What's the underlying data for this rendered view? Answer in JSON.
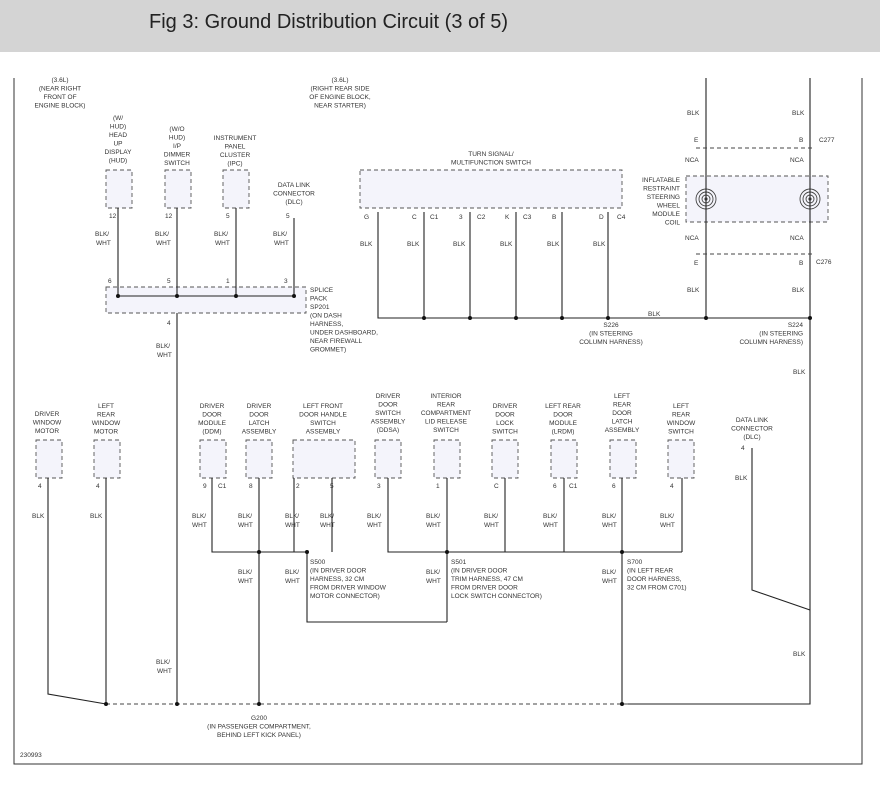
{
  "title": "Fig 3: Ground Distribution Circuit (3 of 5)",
  "figure_number": "230993",
  "labels": {
    "engine_front": [
      "(3.6L)",
      "(NEAR RIGHT",
      "FRONT OF",
      "ENGINE BLOCK)"
    ],
    "engine_rear": [
      "(3.6L)",
      "(RIGHT REAR SIDE",
      "OF ENGINE BLOCK,",
      "NEAR STARTER)"
    ],
    "hud": [
      "(W/",
      "HUD)",
      "HEAD",
      "UP",
      "DISPLAY",
      "(HUD)"
    ],
    "dimmer": [
      "(W/O",
      "HUD)",
      "I/P",
      "DIMMER",
      "SWITCH"
    ],
    "ipc": [
      "INSTRUMENT",
      "PANEL",
      "CLUSTER",
      "(IPC)"
    ],
    "dlc_top": [
      "DATA LINK",
      "CONNECTOR",
      "(DLC)"
    ],
    "turn_signal": [
      "TURN SIGNAL/",
      "MULTIFUNCTION SWITCH"
    ],
    "clockspring": [
      "INFLATABLE",
      "RESTRAINT",
      "STEERING",
      "WHEEL",
      "MODULE",
      "COIL"
    ],
    "splice_sp201": [
      "SPLICE",
      "PACK",
      "SP201",
      "(ON DASH",
      "HARNESS,",
      "UNDER DASHBOARD,",
      "NEAR FIREWALL",
      "GROMMET)"
    ],
    "s226": [
      "S226",
      "(IN STEERING",
      "COLUMN HARNESS)"
    ],
    "s224": [
      "S224",
      "(IN STEERING",
      "COLUMN HARNESS)"
    ],
    "driver_window_motor": [
      "DRIVER",
      "WINDOW",
      "MOTOR"
    ],
    "left_rear_window_motor": [
      "LEFT",
      "REAR",
      "WINDOW",
      "MOTOR"
    ],
    "ddm": [
      "DRIVER",
      "DOOR",
      "MODULE",
      "(DDM)"
    ],
    "driver_latch": [
      "DRIVER",
      "DOOR",
      "LATCH",
      "ASSEMBLY"
    ],
    "lf_handle": [
      "LEFT FRONT",
      "DOOR HANDLE",
      "SWITCH",
      "ASSEMBLY"
    ],
    "ddsa": [
      "DRIVER",
      "DOOR",
      "SWITCH",
      "ASSEMBLY",
      "(DDSA)"
    ],
    "lid_release": [
      "INTERIOR",
      "REAR",
      "COMPARTMENT",
      "LID RELEASE",
      "SWITCH"
    ],
    "driver_lock": [
      "DRIVER",
      "DOOR",
      "LOCK",
      "SWITCH"
    ],
    "lrdm": [
      "LEFT REAR",
      "DOOR",
      "MODULE",
      "(LRDM)"
    ],
    "lr_latch": [
      "LEFT",
      "REAR",
      "DOOR",
      "LATCH",
      "ASSEMBLY"
    ],
    "lr_window_switch": [
      "LEFT",
      "REAR",
      "WINDOW",
      "SWITCH"
    ],
    "dlc_right": [
      "DATA LINK",
      "CONNECTOR",
      "(DLC)"
    ],
    "s500": [
      "S500",
      "(IN DRIVER DOOR",
      "HARNESS, 32 CM",
      "FROM DRIVER WINDOW",
      "MOTOR CONNECTOR)"
    ],
    "s501": [
      "S501",
      "(IN DRIVER DOOR",
      "TRIM HARNESS, 47 CM",
      "FROM DRIVER DOOR",
      "LOCK SWITCH CONNECTOR)"
    ],
    "s700": [
      "S700",
      "(IN LEFT REAR",
      "DOOR HARNESS,",
      "32 CM FROM C701)"
    ],
    "g200": [
      "G200",
      "(IN PASSENGER COMPARTMENT,",
      "BEHIND LEFT KICK PANEL)"
    ]
  },
  "wire_colors": {
    "blk": "BLK",
    "blk_wht": [
      "BLK/",
      "WHT"
    ]
  },
  "pins": {
    "hud": "12",
    "dimmer": "12",
    "ipc": "5",
    "dlc_top": "5",
    "sp_6": "6",
    "sp_5": "5",
    "sp_1": "1",
    "sp_3": "3",
    "sp_4": "4",
    "ts": [
      "G",
      "C",
      "3",
      "K",
      "B",
      "D"
    ],
    "ts_conn": [
      "C1",
      "C2",
      "C3",
      "C4"
    ],
    "cs_top": [
      "E",
      "B"
    ],
    "cs_bottom": [
      "E",
      "B"
    ],
    "c277": "C277",
    "c276": "C276",
    "nca": "NCA",
    "lower": [
      "4",
      "4",
      "9",
      "8",
      "2",
      "5",
      "3",
      "1",
      "C",
      "6",
      "6",
      "4"
    ],
    "c1": "C1",
    "dlc_right": "4"
  },
  "colors": {
    "wire": "#222222",
    "component_fill": "#f4f4fb",
    "title_bar": "#d4d4d4"
  }
}
